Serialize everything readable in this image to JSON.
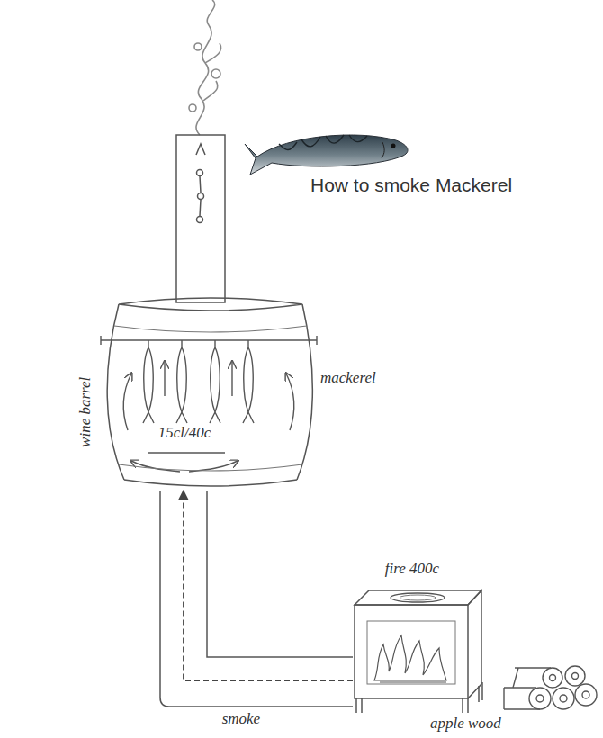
{
  "diagram": {
    "title": "How to smoke Mackerel",
    "nodes": [
      {
        "text": [
          "wine barrel",
          "15cl/40c"
        ]
      },
      {
        "text": [
          "fire 400c"
        ]
      }
    ],
    "edges": [
      {
        "from": 1,
        "to": 0,
        "arrow": "to",
        "label": "smoke"
      }
    ],
    "labels": [
      "mackerel",
      "apple wood"
    ]
  }
}
